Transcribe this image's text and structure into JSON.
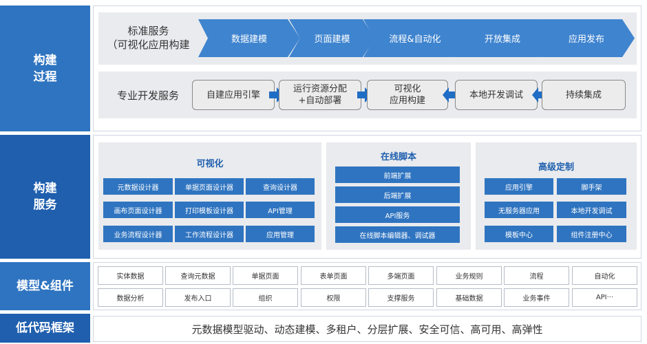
{
  "sections": {
    "build_process": "构建\n过程",
    "build_service": "构建\n服务",
    "model_component": "模型&组件",
    "lowcode_framework": "低代码框架"
  },
  "standard_service": {
    "label": "标准服务\n（可视化应用构建",
    "steps": [
      "数据建模",
      "页面建模",
      "流程&自动化",
      "开放集成",
      "应用发布"
    ]
  },
  "pro_dev_service": {
    "label": "专业开发服务",
    "steps": [
      "自建应用引擎",
      "运行资源分配\n+自动部署",
      "可视化\n应用构建",
      "本地开发调试",
      "持续集成"
    ]
  },
  "visual": {
    "title": "可视化",
    "items": [
      "元数据设计器",
      "单据页面设计器",
      "查询设计器",
      "画布页面设计器",
      "打印模板设计器",
      "API管理",
      "业务流程设计器",
      "工作流程设计器",
      "应用管理"
    ]
  },
  "online_script": {
    "title": "在线脚本",
    "items": [
      "前端扩展",
      "后端扩展",
      "API服务",
      "在线脚本编辑器、调试器"
    ]
  },
  "advanced": {
    "title": "高级定制",
    "items": [
      "应用引擎",
      "脚手架",
      "无服务器应用",
      "本地开发调试",
      "模板中心",
      "组件注册中心"
    ]
  },
  "components": {
    "row1": [
      "实体数据",
      "查询元数据",
      "单据页面",
      "表单页面",
      "多端页面",
      "业务规则",
      "流程",
      "自动化"
    ],
    "row2": [
      "数据分析",
      "发布入口",
      "组织",
      "权限",
      "支撑服务",
      "基础数据",
      "业务事件",
      "API···"
    ]
  },
  "framework_text": "元数据模型驱动、动态建模、多租户、分层扩展、安全可信、高可用、高弹性"
}
